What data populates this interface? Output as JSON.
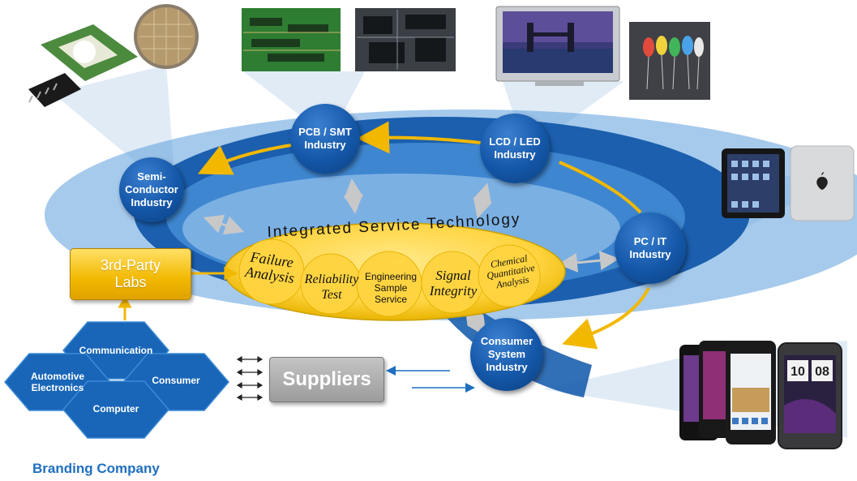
{
  "nodes": {
    "semiconductor": "Semi-\nConductor\nIndustry",
    "pcb_smt": "PCB / SMT\nIndustry",
    "lcd_led": "LCD / LED\nIndustry",
    "pc_it": "PC / IT\nIndustry",
    "consumer_system": "Consumer\nSystem\nIndustry"
  },
  "center": {
    "title": "Integrated Service Technology",
    "services": {
      "failure_analysis": "Failure\nAnalysis",
      "reliability_test": "Reliability\nTest",
      "engineering_sample": "Engineering\nSample\nService",
      "signal_integrity": "Signal\nIntegrity",
      "chemical_analysis": "Chemical\nQuantitative\nAnalysis"
    }
  },
  "labs": "3rd-Party\nLabs",
  "suppliers": "Suppliers",
  "branding": {
    "title": "Branding Company",
    "segments": {
      "communication": "Communication",
      "automotive": "Automotive\nElectronics",
      "consumer": "Consumer",
      "computer": "Computer"
    }
  },
  "colors": {
    "ring_dark": "#1557a8",
    "ring_light": "#4d94d8",
    "node": "#1457a8",
    "gold": "#f2b800",
    "center_fill": "#ffd84d",
    "branding_text": "#1f6fc1"
  },
  "icons": [
    "semiconductor-chips-photo",
    "pcb-board-photo",
    "circuit-board-photo",
    "lcd-tv-photo",
    "led-bulbs-photo",
    "tablet-photo",
    "smartphones-photo"
  ]
}
